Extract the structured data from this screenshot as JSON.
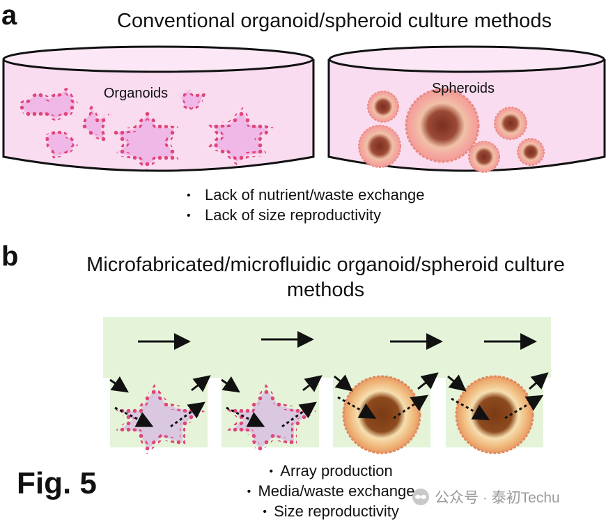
{
  "panel_a": {
    "letter": "a",
    "title": "Conventional organoid/spheroid culture methods",
    "dish_left_label": "Organoids",
    "dish_right_label": "Spheroids",
    "bullets": [
      "Lack of nutrient/waste exchange",
      "Lack of size reproductivity"
    ]
  },
  "panel_b": {
    "letter": "b",
    "title_line1": "Microfabricated/microfluidic organoid/spheroid culture",
    "title_line2": "methods",
    "bullets": [
      "Array production",
      "Media/waste exchange",
      "Size reproductivity"
    ]
  },
  "figure_label": "Fig. 5",
  "watermark": "公众号 · 泰初Techu",
  "colors": {
    "dish_fill": "#fadcf0",
    "organoid_border": "#e0457a",
    "organoid_fill": "#f0b8e6",
    "spheroid_outer": "#f3a9a0",
    "spheroid_core": "#8c3a2a",
    "channel": "#e5f4d9"
  }
}
